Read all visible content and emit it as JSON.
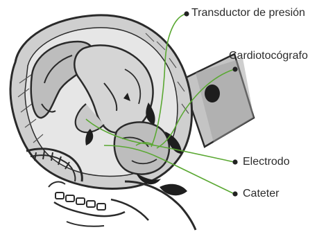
{
  "labels": {
    "pressure_transducer": "Transductor de presión",
    "cardiotocograph": "Cardiotocógrafo",
    "electrode": "Electrodo",
    "catheter": "Cateter"
  },
  "colors": {
    "leader_lines": "#5aa832",
    "bullet": "#222222",
    "drawing_ink": "#2a2a2a",
    "shading": "#b8b8b8",
    "shading_light": "#d9d9d9"
  },
  "illustration": "fetus-in-utero-intrauterine-monitoring"
}
